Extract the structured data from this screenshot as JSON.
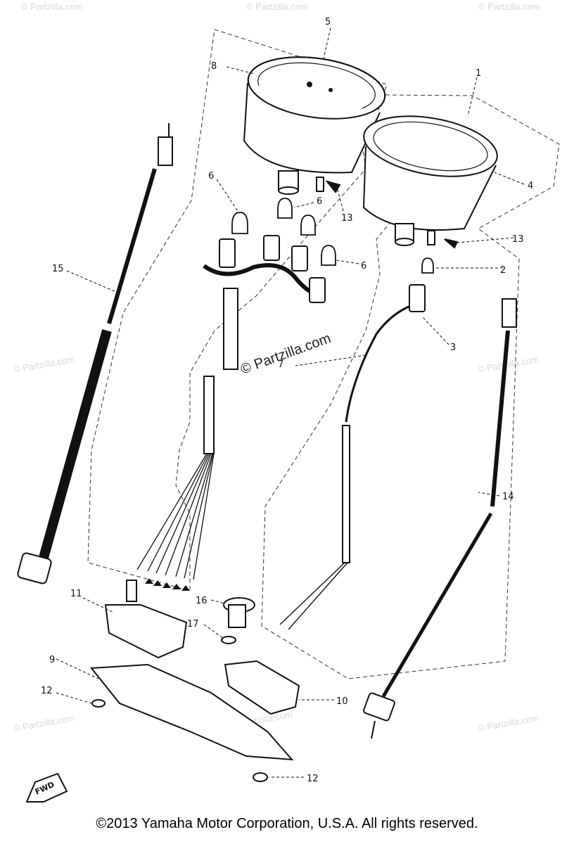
{
  "callouts": {
    "c1": "1",
    "c2": "2",
    "c3": "3",
    "c4": "4",
    "c5": "5",
    "c6a": "6",
    "c6b": "6",
    "c6c": "6",
    "c7": "7",
    "c8": "8",
    "c9": "9",
    "c10": "10",
    "c11": "11",
    "c12a": "12",
    "c12b": "12",
    "c13a": "13",
    "c13b": "13",
    "c14": "14",
    "c15": "15",
    "c16": "16",
    "c17": "17"
  },
  "fwd_label": "FWD",
  "watermark": {
    "center": "© Partzilla.com",
    "tile": "© Partzilla.com"
  },
  "copyright": "©2013 Yamaha Motor Corporation, U.S.A. All rights reserved."
}
